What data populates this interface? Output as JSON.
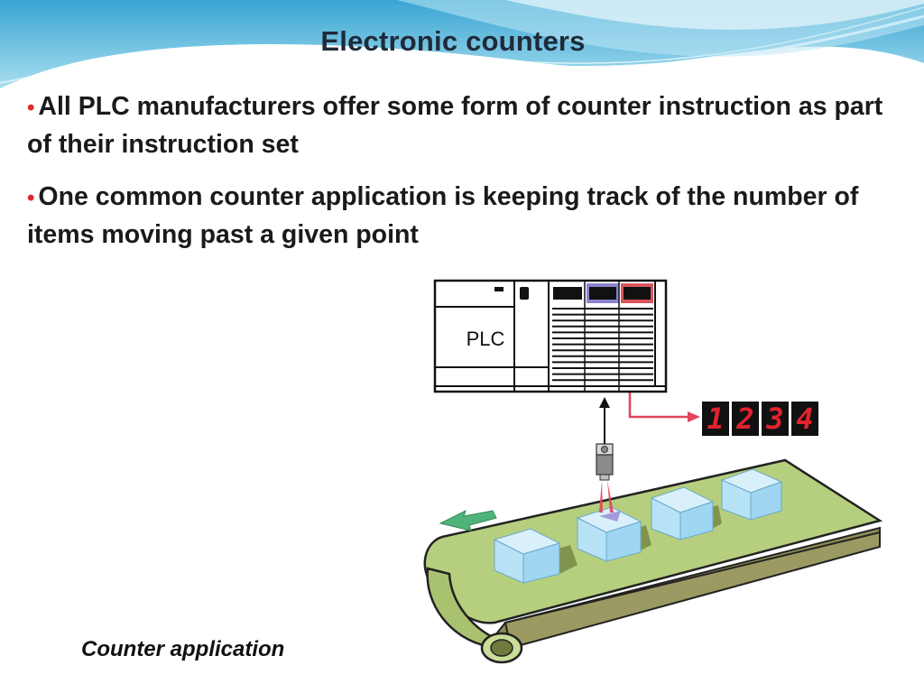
{
  "slide": {
    "title": "Electronic counters",
    "bullets": [
      {
        "text": "All PLC manufacturers offer some form of counter instruction as part of their instruction set"
      },
      {
        "text": "One common counter application is keeping track of the number of items moving past a given point"
      }
    ],
    "caption": "Counter application"
  },
  "figure": {
    "plc_label": "PLC",
    "counter_digits": [
      "1",
      "2",
      "3",
      "4"
    ],
    "colors": {
      "header_wave": "#5fb6d8",
      "conveyor": "#b6cf7e",
      "box_top": "#d9f0fb",
      "box_side": "#9fd6f2",
      "sensor_signal": "#e2445a",
      "display_bg": "#111111",
      "display_digit": "#e0232e",
      "arrow": "#4fb37a"
    }
  }
}
